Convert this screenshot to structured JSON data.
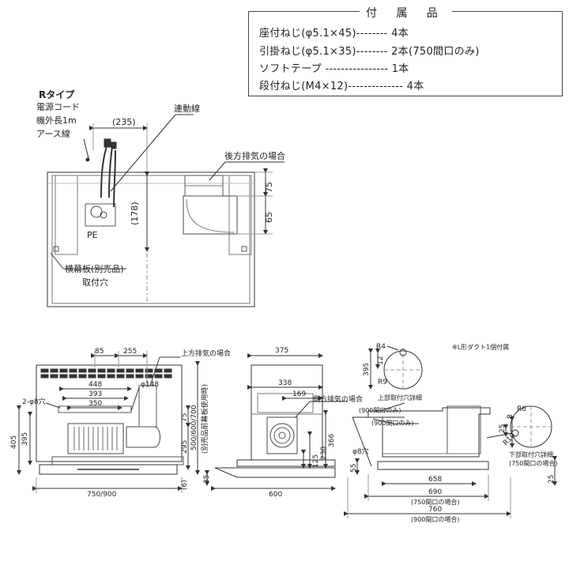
{
  "accessories": {
    "title": "付 属 品",
    "items": [
      "座付ねじ(φ5.1×45)-------- 4本",
      "引掛ねじ(φ5.1×35)-------- 2本(750間口のみ)",
      "ソフトテープ ---------------- 1本",
      "段付ねじ(M4×12)-------------- 4本"
    ]
  },
  "top_view": {
    "type_label": "Rタイプ",
    "power_cord": "電源コード",
    "cord_length": "機外長1m",
    "earth_wire": "アース線",
    "interlock_wire": "連動線",
    "rear_exhaust": "後方排気の場合",
    "dim_235": "(235)",
    "dim_178": "(178)",
    "dim_75": "75",
    "dim_65": "65",
    "pe": "PE",
    "cross_panel": "横幕板(別売品)",
    "mount_hole": "取付穴"
  },
  "front_view": {
    "dim_85": "85",
    "dim_255": "255",
    "upper_exhaust": "上方排気の場合",
    "dim_448": "448",
    "phi148": "φ148",
    "dim_393": "393",
    "dim_350": "350",
    "hole_label": "2-φ8穴",
    "dim_405": "405",
    "dim_395": "395",
    "dim_75": "75",
    "dim_295": "295",
    "dim_6": "(6)",
    "height_label": "500/600/700",
    "height_note": "(別売品前幕板使用時)",
    "width_label": "750/900",
    "dim_35": "35"
  },
  "side_view": {
    "dim_375": "375",
    "dim_338": "338",
    "dim_169": "169",
    "side_exhaust": "側方排気の場合",
    "dim_366": "366",
    "dim_230": "230",
    "dim_125": "125",
    "dim_600": "600"
  },
  "right_view": {
    "r4": "R4",
    "dim_395": "395",
    "dim_12": "12",
    "r9": "R9",
    "duct_note": "※L形ダクト1個付属",
    "upper_hole_detail": "上部取付穴詳細",
    "only_900": "(900間口のみ)",
    "only_900b": "(900間口のみ)",
    "r6": "R6",
    "dim_8": "8",
    "dim_25": "25",
    "r10": "R10",
    "lower_hole_detail": "下部取付穴詳細",
    "case_750": "(750間口の場合)",
    "hole8": "φ8穴",
    "dim_55": "55",
    "dim_658": "658",
    "dim_25b": "25",
    "dim_690": "690",
    "case_750b": "(750間口の場合)",
    "dim_760": "760",
    "case_900": "(900間口の場合)"
  }
}
